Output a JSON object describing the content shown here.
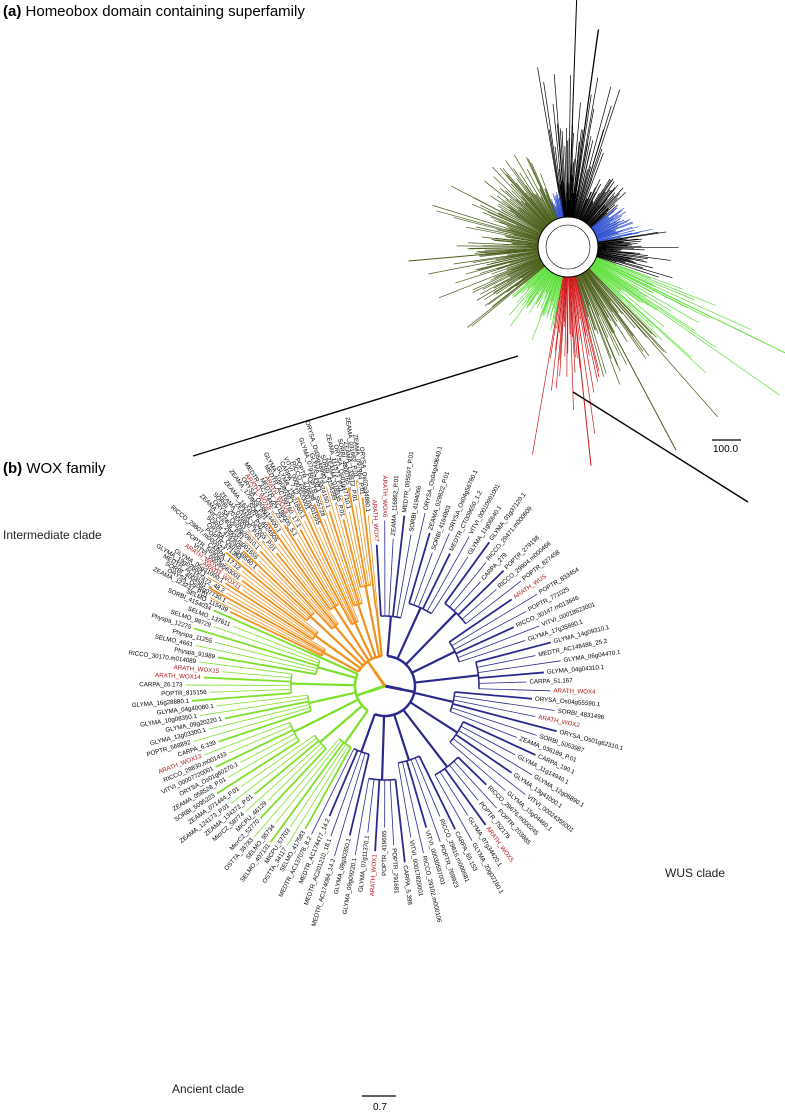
{
  "panel_a": {
    "letter": "(a)",
    "title": "Homeobox domain containing superfamily",
    "scale_label": "100.0"
  },
  "panel_b": {
    "letter": "(b)",
    "title": "WOX family",
    "scale_label": "0.7"
  },
  "clades": {
    "intermediate": "Intermediate clade",
    "wus": "WUS clade",
    "ancient": "Ancient clade"
  },
  "colors": {
    "wus": "#2b2a8c",
    "intermediate": "#f0921e",
    "ancient": "#7de02a",
    "arabidopsis": "#b01818",
    "superfamily_dark": "#4a5e1a",
    "superfamily_light": "#5ee03a",
    "superfamily_blue": "#3050d0",
    "superfamily_red": "#d01818",
    "default": "#000000"
  },
  "wus_leaves": [
    "ARATH_WOX7",
    "ARATH_WOX6",
    "ZEAMA_116862_P.01",
    "MEDTR_095597_P.01",
    "SORBI_4194066",
    "ORYSA_Os04g40640.1",
    "ZEAMA_029822_P.01",
    "SORBI_4164903",
    "ORYSA_Os04g56780.1",
    "MEDTR_CT009650_1.2",
    "VITVI_00010991001",
    "GLYMA_11g06640.1",
    "GLYMA_01g37120.1",
    "RICCO_29471.m000609",
    "CARPA_279",
    "POPTR_279198",
    "RICCO_29904.m000466",
    "POPTR_827458",
    "ARATH_WUS",
    "POPTR_833454",
    "POPTR_771025",
    "RICCO_30147.m013646",
    "VITVI_00018623001",
    "GLYMA_17g35880.1",
    "GLYMA_14g09310.1",
    "MEDTR_AC148486_25.2",
    "GLYMA_06g04470.1",
    "GLYMA_04g04310.1",
    "CARPA_51.167",
    "ARATH_WOX4",
    "ORYSA_Os04g55590.1",
    "SORBI_4831496",
    "ARATH_WOX2",
    "ORYSA_Os01g62310.1",
    "SORBI_5053987",
    "ZEAMA_036189_P.01",
    "CARPA_190.1",
    "GLYMA_11g14940.1",
    "GLYMA_12g06890.1",
    "GLYMA_13g41000.1",
    "VITVI_00024355001",
    "GLYMA_15g04460.1",
    "RICCO_29676.m000245",
    "POPTR_203885",
    "POPTR_752175",
    "ARATH_WOX5",
    "GLYMA_07g34420.1",
    "GLYMA_20g02160.1",
    "CARPA_65.153",
    "RICCO_29816.m000681",
    "POPTR_769923",
    "VITVI_00030597001",
    "RICCO_29102.m000106",
    "VITVI_00017820001",
    "CARPA_5.398",
    "POPTR_291681",
    "POPTR_419665",
    "ARATH_WOX1",
    "GLYMA_07g11370.1",
    "GLYMA_09g09220.1",
    "GLYMA_09g30350.1",
    "MEDTR_AC174084_14.2",
    "MEDTR_AC201210_18.1",
    "MEDTR_AC174477_14.2",
    "MEDTR_AC137078_8.2"
  ],
  "ancient_leaves": [
    "SELMO_417583",
    "OSTTA_34117",
    "MICPU_57703",
    "SELMO_407131",
    "SELMO_95734",
    "OSTTA_38783",
    "MicrC2_52770",
    "MICPU_46129",
    "MicrC2_58774",
    "ZEAMA_134372_P.01",
    "ZEAMA_124173_P.01",
    "ZEAMA_071444_P.01",
    "SORBI_5095223",
    "ZEAMA_058528_P.01",
    "ORYSA_Os01g60270.1",
    "VITVI_00007720001",
    "RICCO_29830.m001433",
    "ARATH_WOX13",
    "CARPA_6.339",
    "POPTR_568892",
    "GLYMA_13g03300.1",
    "GLYMA_09g20220.1",
    "GLYMA_10g08350.1",
    "GLYMA_04g40080.1",
    "GLYMA_16g28880.1",
    "POPTR_815156",
    "CARPA_26.173",
    "ARATH_WOX14",
    "ARATH_WOX15",
    "RICCO_30170.m014089",
    "Physpa_91989",
    "SELMO_4661",
    "Physpa_11255",
    "Physpa_12275",
    "SELMO_98729",
    "SELMO_137611",
    "SORBI_4154034"
  ],
  "intermediate_leaves": [
    "SELMO_115439",
    "ZEAMA_123237_P.01",
    "ORYSA_Os08g07730.1",
    "SORBI_4004581",
    "MEDTR_AC157472_48.2",
    "GLYMA_19g02660.1",
    "GLYMA_05g31000.1",
    "ARATH_WOX11",
    "ARATH_WOX12",
    "VITVI_00038563001",
    "POPTR_569060",
    "CARPA_17.12",
    "RICCO_29807.m000927",
    "POPTR_571384",
    "ORYSA_Os07g48560.1",
    "SORBI_4793505",
    "RICCO_29900.m001555",
    "ZEAMA_022406_P.01",
    "ORYSA_Os03g20910.1",
    "SORBI_2030003",
    "ZEAMA_016800_P.01",
    "ZEAMA_067003_P.01",
    "ZEAMA_162481_P.01",
    "SORBI_4024505",
    "ZEAMA_170958_P.01",
    "ORYSA_Os08g14400.1",
    "ARATH_WOX8",
    "MEDTR_AC174467_29.2",
    "MEDTR_AC198005_5.1",
    "ARATH_WOX9",
    "MEDTR_AC199760_17.1",
    "GLYMA_10g08030.1",
    "GLYMA_13g21860.1",
    "CARPA_7.12",
    "VITVI_00003020001",
    "RICCO_29900.m001555",
    "POPTR_276838",
    "POPTR_555728",
    "GLYMA_07g32430.1",
    "GLYMA_13g24150.1",
    "ORYSA_Os05g48990.1",
    "SORBI_4154399",
    "ZEAMA_018935_P.01",
    "ZEAMA_111573_P.01",
    "ORYSA_Os01g47710.1",
    "SORBI_4800765",
    "ZEAMA_133872_P.01",
    "ZEAMA_031662_P.01",
    "ZEAMA_097964_P.01",
    "ORYSA_Os07g34880.1"
  ]
}
